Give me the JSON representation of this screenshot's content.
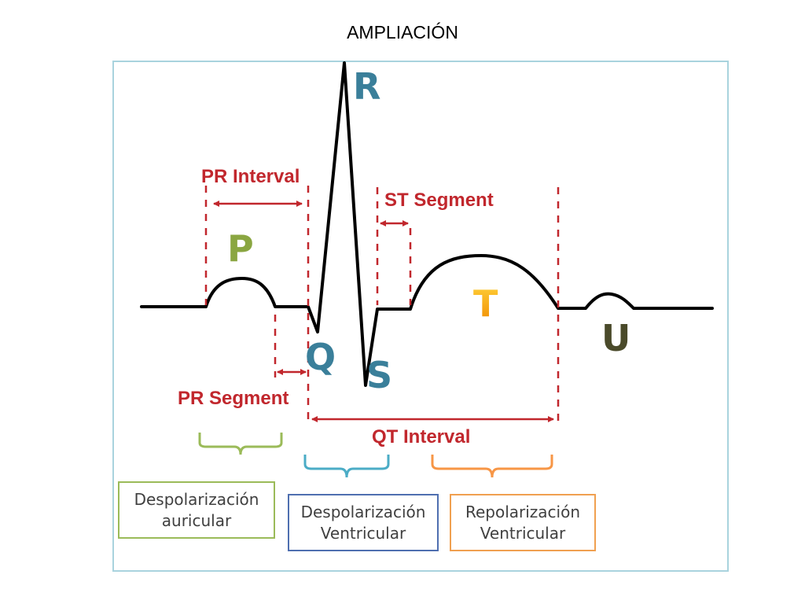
{
  "page": {
    "title": "AMPLIACIÓN"
  },
  "waves": {
    "p": "P",
    "q": "Q",
    "r": "R",
    "s": "S",
    "t": "T",
    "u": "U"
  },
  "intervals": {
    "pr_interval": "PR Interval",
    "st_segment": "ST Segment",
    "pr_segment": "PR Segment",
    "qt_interval": "QT Interval"
  },
  "phases": [
    {
      "line1": "Despolarización",
      "line2": "auricular"
    },
    {
      "line1": "Despolarización",
      "line2": "Ventricular"
    },
    {
      "line1": "Repolarización",
      "line2": "Ventricular"
    }
  ],
  "colors": {
    "annotation": "#c1272d",
    "trace": "#000000",
    "p_wave": "#8aa641",
    "qrs": "#3a7f9a",
    "t_wave": "#f5b400",
    "u_wave": "#4a4a2a",
    "atrial": "#9bbb59",
    "ventricular_depol": "#4bacc6",
    "ventricular_repol": "#f79646"
  }
}
